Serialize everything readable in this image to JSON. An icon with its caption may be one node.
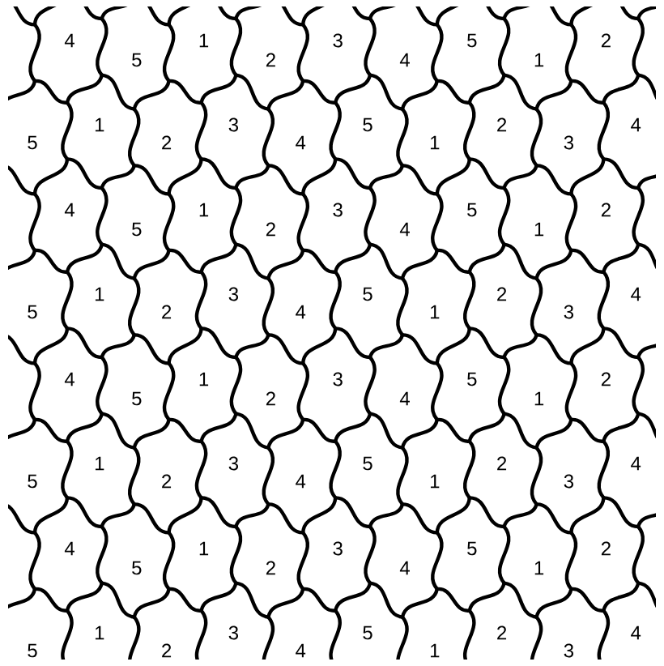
{
  "diagram": {
    "labels": [
      "4",
      "5",
      "1",
      "2",
      "3",
      "4",
      "5",
      "1",
      "2",
      "5",
      "1",
      "2",
      "3",
      "4",
      "5",
      "1",
      "2",
      "3",
      "4",
      "4",
      "5",
      "1",
      "2",
      "3",
      "4",
      "5",
      "1",
      "2",
      "5",
      "1",
      "2",
      "3",
      "4",
      "5",
      "1",
      "2",
      "3",
      "4",
      "4",
      "5",
      "1",
      "2",
      "3",
      "4",
      "5",
      "1",
      "2",
      "5",
      "1",
      "2",
      "3",
      "4",
      "5",
      "1",
      "2",
      "3",
      "4",
      "4",
      "5",
      "1",
      "2",
      "3",
      "4",
      "5",
      "1",
      "2",
      "5",
      "1",
      "2",
      "3",
      "4",
      "5",
      "1",
      "2",
      "3",
      "4"
    ]
  }
}
